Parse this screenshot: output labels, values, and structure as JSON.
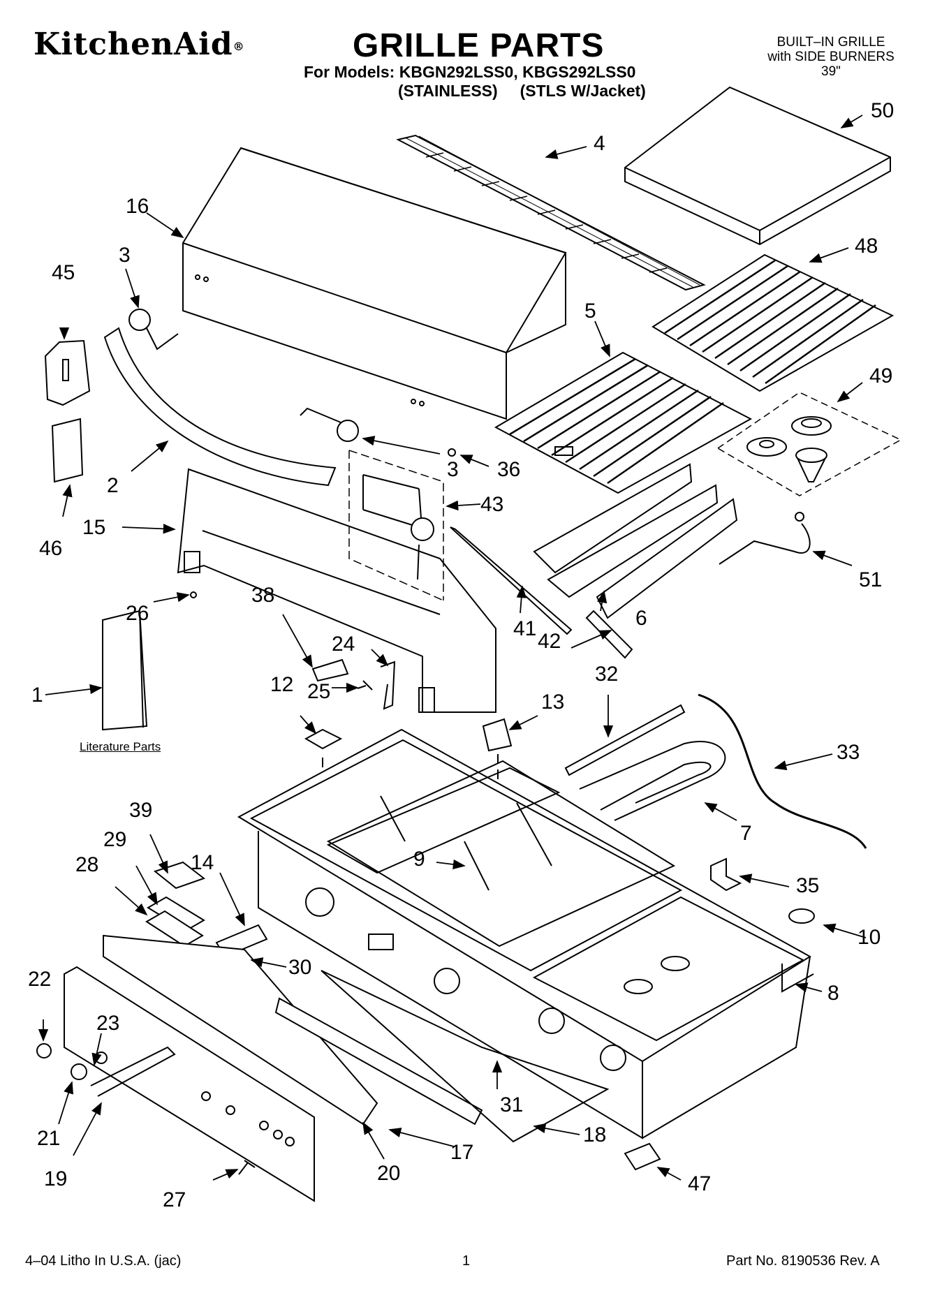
{
  "brand": "KitchenAid",
  "header": {
    "title": "GRILLE PARTS",
    "models_line": "For Models: KBGN292LSS0, KBGS292LSS0",
    "variants_line": "(STAINLESS)     (STLS W/Jacket)",
    "product_line1": "BUILT–IN GRILLE",
    "product_line2": "with SIDE BURNERS",
    "product_line3": "39\""
  },
  "diagram": {
    "literature_label": "Literature Parts",
    "callouts": [
      "1",
      "2",
      "3",
      "3",
      "4",
      "5",
      "6",
      "7",
      "8",
      "9",
      "10",
      "12",
      "13",
      "14",
      "15",
      "16",
      "17",
      "18",
      "19",
      "20",
      "21",
      "22",
      "23",
      "24",
      "25",
      "26",
      "27",
      "28",
      "29",
      "30",
      "31",
      "32",
      "33",
      "35",
      "36",
      "38",
      "39",
      "41",
      "42",
      "43",
      "45",
      "46",
      "47",
      "48",
      "49",
      "50",
      "51"
    ]
  },
  "footer": {
    "litho": "4–04 Litho In U.S.A. (jac)",
    "page": "1",
    "part_no": "Part No. 8190536 Rev. A"
  }
}
